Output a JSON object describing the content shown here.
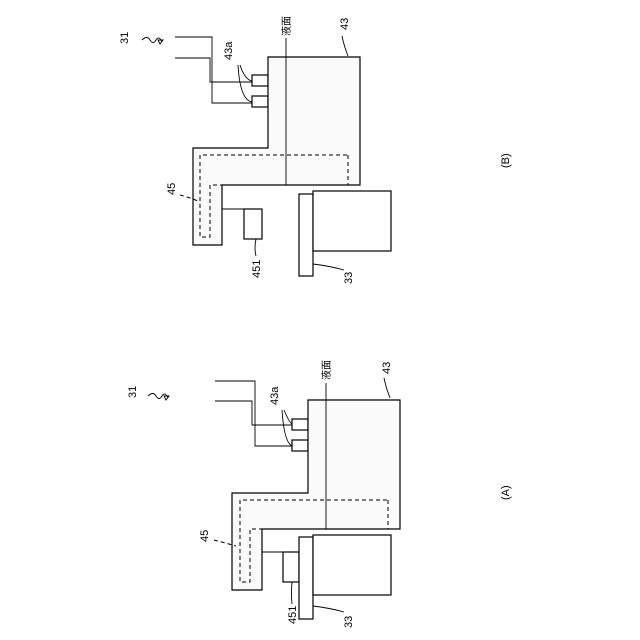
{
  "panels": [
    {
      "id": "B",
      "caption": "(B)",
      "label_device": "31",
      "label_tank": "43",
      "label_ports": "43a",
      "label_liquid": "液面",
      "label_channel": "45",
      "label_sensor": "451",
      "label_stage": "33"
    },
    {
      "id": "A",
      "caption": "(A)",
      "label_device": "31",
      "label_tank": "43",
      "label_ports": "43a",
      "label_liquid": "液面",
      "label_channel": "45",
      "label_sensor": "451",
      "label_stage": "33"
    }
  ]
}
